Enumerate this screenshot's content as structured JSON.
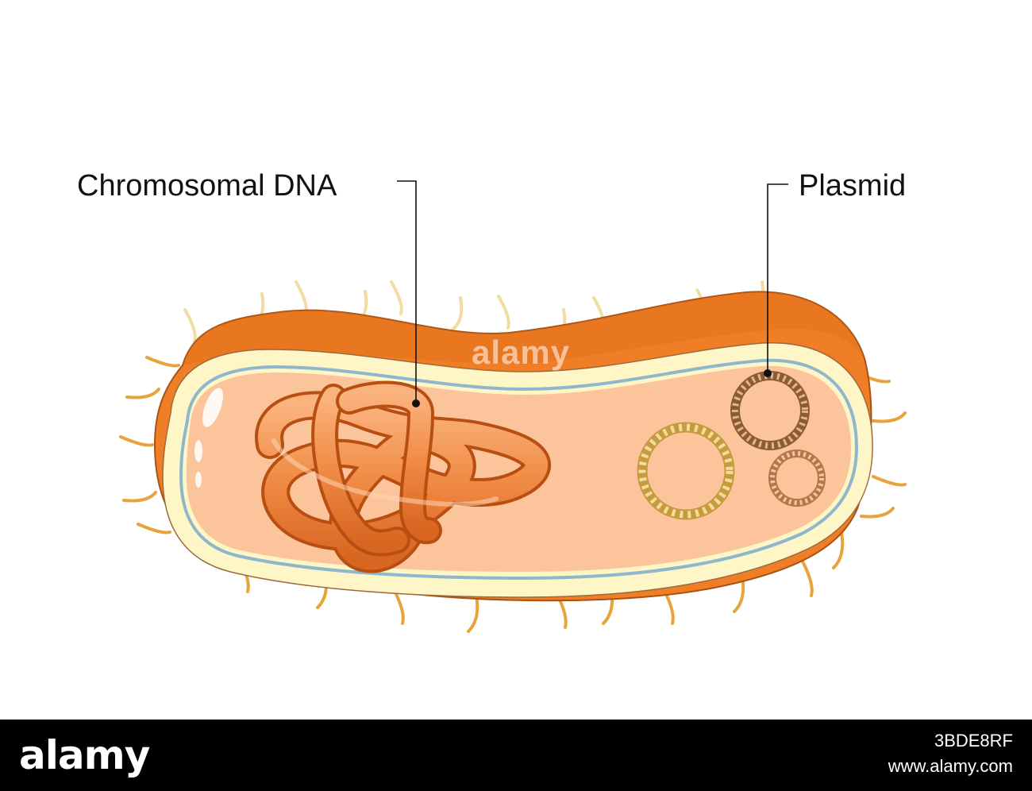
{
  "labels": {
    "chromosomal_dna": "Chromosomal DNA",
    "plasmid": "Plasmid"
  },
  "watermark": {
    "center": "alamy"
  },
  "footer": {
    "logo": "alamy",
    "image_id": "3BDE8RF",
    "url": "www.alamy.com"
  },
  "colors": {
    "capsule": "#f07e26",
    "capsule_dark": "#d96a16",
    "cell_wall": "#fff6c8",
    "membrane": "#9fc3d6",
    "cytoplasm": "#fcc49a",
    "dna": "#ef8a45",
    "plasmid_gold": "#d6b25a",
    "plasmid_brown": "#b07a4e",
    "pili": "#e8a43a",
    "pili_light": "#f3dca2"
  },
  "icons": [
    "bacterium-cell",
    "chromosomal-dna-knot",
    "plasmid-ring"
  ]
}
